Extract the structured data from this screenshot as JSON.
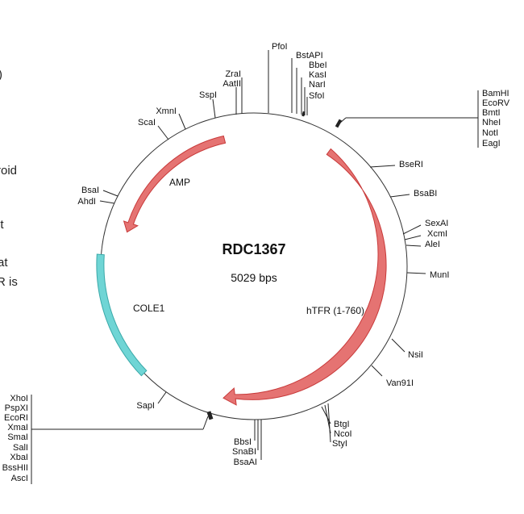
{
  "plasmid": {
    "name": "RDC1367",
    "size_label": "5029 bps"
  },
  "features": {
    "amp": "AMP",
    "cole1": "COLE1",
    "htfr": "hTFR (1-760)"
  },
  "colors": {
    "arrow_fill": "#e57372",
    "arrow_stroke": "#c83a3a",
    "ori_fill": "#6fd5d5",
    "ori_stroke": "#3aa9a9",
    "backbone": "#333333"
  },
  "left_edge_text": [
    ")",
    "roid",
    "it",
    "at",
    "R is"
  ],
  "sites": {
    "pfoi": "PfoI",
    "bstapi": "BstAPI",
    "bbei": "BbeI",
    "kasi": "KasI",
    "nari": "NarI",
    "sfoi": "SfoI",
    "zrai": "ZraI",
    "aatii": "AatII",
    "sspi": "SspI",
    "xmni": "XmnI",
    "scai": "ScaI",
    "bsai": "BsaI",
    "ahdi": "AhdI",
    "bseri": "BseRI",
    "bsabi": "BsaBI",
    "sexai": "SexAI",
    "xcmi": "XcmI",
    "alei": "AleI",
    "muni": "MunI",
    "nsii": "NsiI",
    "van91i": "Van91I",
    "sapi": "SapI",
    "bbsi": "BbsI",
    "snabi": "SnaBI",
    "bsaai": "BsaAI",
    "btgi": "BtgI",
    "ncoi": "NcoI",
    "styi": "StyI"
  },
  "mcs_top": [
    "BamHI",
    "EcoRV",
    "BmtI",
    "NheI",
    "NotI",
    "EagI"
  ],
  "mcs_bottom": [
    "XhoI",
    "PspXI",
    "EcoRI",
    "XmaI",
    "SmaI",
    "SalI",
    "XbaI",
    "BssHII",
    "AscI"
  ]
}
